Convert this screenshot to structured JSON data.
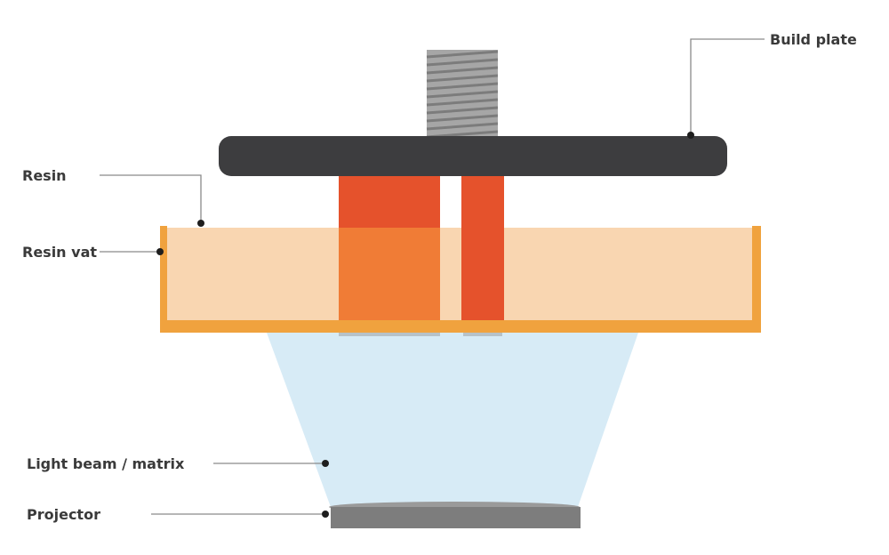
{
  "labels": {
    "build_plate": "Build plate",
    "resin": "Resin",
    "resin_vat": "Resin vat",
    "light_beam": "Light beam / matrix",
    "projector": "Projector"
  },
  "colors": {
    "screw": "#a6a6a6",
    "screw_thread": "#7c7c7c",
    "build_plate": "#3d3d3f",
    "resin": "#f9d6b1",
    "vat": "#f0a23e",
    "printed_part": "#e5522c",
    "printed_part_in_resin": "#f07c36",
    "light_beam": "#d7ebf6",
    "projector": "#7d7d7d",
    "label_text": "#3a3a3a",
    "leader_line": "#8a8a8a"
  }
}
